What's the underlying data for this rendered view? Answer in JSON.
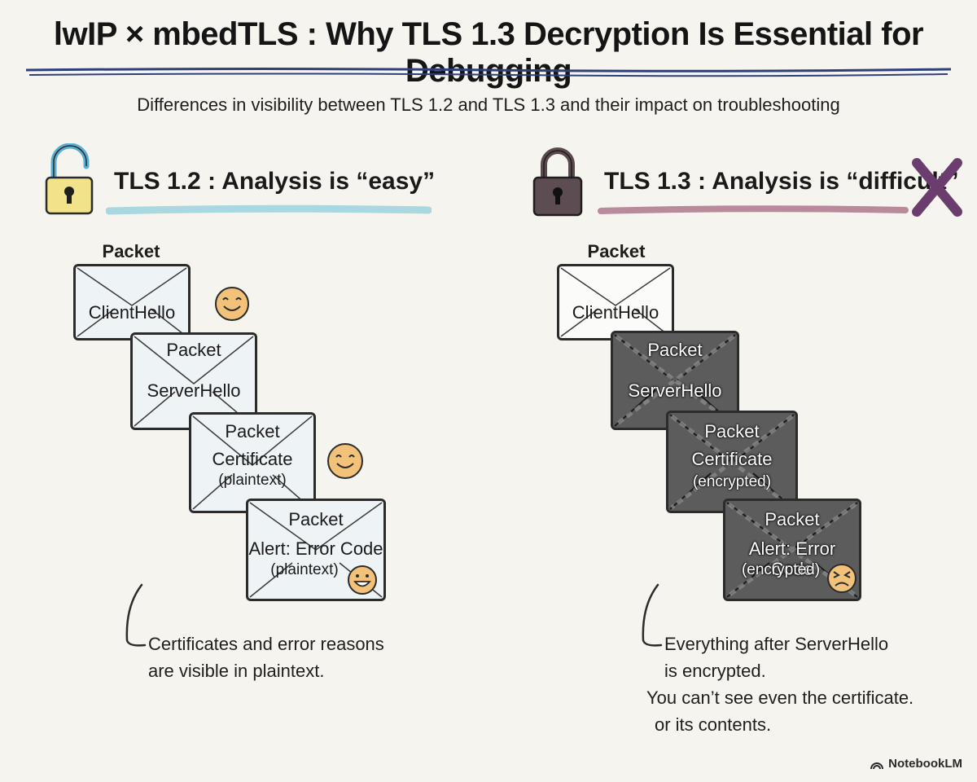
{
  "title": "lwIP × mbedTLS : Why TLS 1.3 Decryption Is Essential for Debugging",
  "subtitle": "Differences in visibility between TLS 1.2 and TLS 1.3 and their impact on troubleshooting",
  "left": {
    "heading": "TLS 1.2 : Analysis is “easy”",
    "icon": "open-padlock-icon",
    "accent": "#a9d8e0",
    "packet_top_label": "Packet",
    "packets": [
      {
        "header": "",
        "line1": "ClientHello",
        "line2": ""
      },
      {
        "header": "Packet",
        "line1": "ServerHello",
        "line2": ""
      },
      {
        "header": "Packet",
        "line1": "Certificate",
        "line2": "(plaintext)"
      },
      {
        "header": "Packet",
        "line1": "Alert: Error Code",
        "line2": "(plaintext)"
      }
    ],
    "note_lines": [
      "Certificates and error reasons",
      "are visible in plaintext."
    ]
  },
  "right": {
    "heading": "TLS 1.3 : Analysis is “difficult”",
    "icon": "closed-padlock-icon",
    "accent": "#b98a9c",
    "cross_color": "#6a3d6e",
    "packet_top_label": "Packet",
    "packets": [
      {
        "header": "",
        "line1": "ClientHello",
        "line2": ""
      },
      {
        "header": "Packet",
        "line1": "ServerHello",
        "line2": ""
      },
      {
        "header": "Packet",
        "line1": "Certificate",
        "line2": "(encrypted)"
      },
      {
        "header": "Packet",
        "line1": "Alert: Error Code",
        "line2": "(encrypted)"
      }
    ],
    "note_lines": [
      "Everything after ServerHello",
      "is encrypted.",
      "You can’t see even the certificate.",
      "or its contents."
    ]
  },
  "brand": "NotebookLM",
  "colors": {
    "background": "#f6f4ee",
    "title_underline": "#2f3f7a",
    "smiley": "#f2c27a"
  }
}
